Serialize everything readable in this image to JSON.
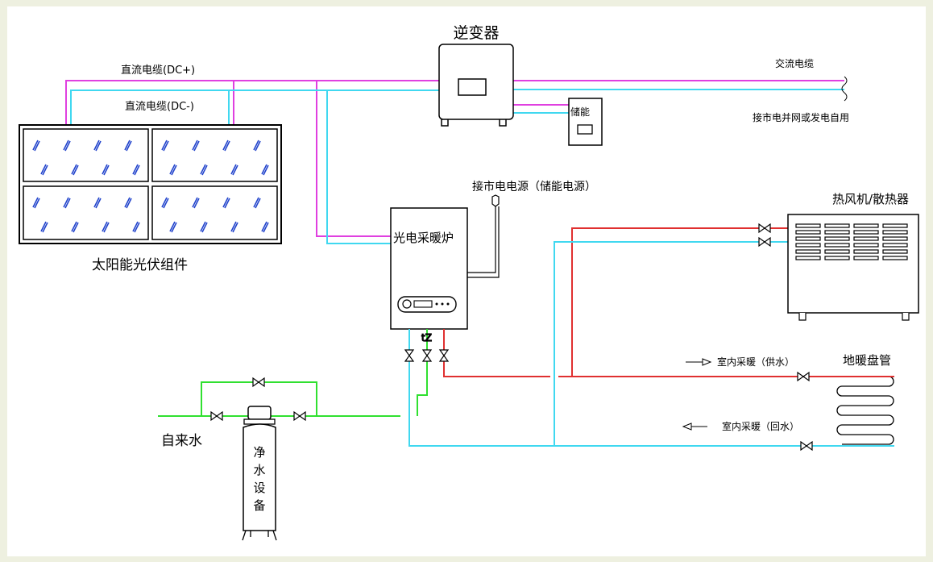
{
  "labels": {
    "inverter": "逆变器",
    "dc_plus": "直流电缆(DC+)",
    "dc_minus": "直流电缆(DC-)",
    "ac_cable": "交流电缆",
    "grid_connect": "接市电并网或发电自用",
    "storage": "储能",
    "grid_power": "接市电电源（储能电源）",
    "boiler": "光电采暖炉",
    "pv_modules": "太阳能光伏组件",
    "fan_coil": "热风机/散热器",
    "supply": "室内采暖（供水）",
    "return": "室内采暖（回水）",
    "floor_coil": "地暖盘管",
    "tap_water": "自来水",
    "purifier": [
      "净",
      "水",
      "设",
      "备"
    ]
  },
  "colors": {
    "dc_plus": "#e040e0",
    "dc_minus": "#40d8f0",
    "supply_pipe": "#e03030",
    "return_pipe": "#40d8f0",
    "tap_water_pipe": "#30e030",
    "pv_cell": "#2244cc",
    "page_frame": "#eef0e0"
  },
  "icons": [
    "valve-icon",
    "plug-icon",
    "arrow-right-icon",
    "arrow-left-icon"
  ]
}
